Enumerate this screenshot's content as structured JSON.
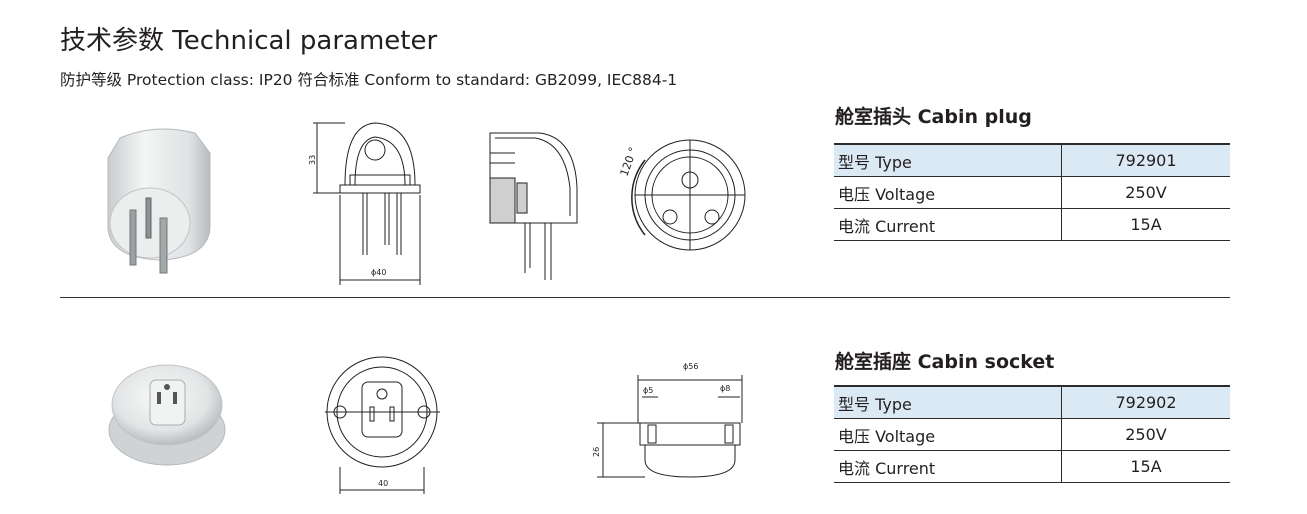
{
  "header": {
    "title": "技术参数 Technical parameter",
    "subtitle": "防护等级 Protection class: IP20  符合标准 Conform to standard: GB2099, IEC884-1"
  },
  "plug": {
    "section_title": "舱室插头 Cabin plug",
    "rows": [
      {
        "label": "型号 Type",
        "value": "792901"
      },
      {
        "label": "电压 Voltage",
        "value": "250V"
      },
      {
        "label": "电流 Current",
        "value": "15A"
      }
    ],
    "dims": {
      "height": "33",
      "diameter": "ϕ40",
      "angle": "120 °"
    }
  },
  "socket": {
    "section_title": "舱室插座 Cabin socket",
    "rows": [
      {
        "label": "型号 Type",
        "value": "792902"
      },
      {
        "label": "电压 Voltage",
        "value": "250V"
      },
      {
        "label": "电流 Current",
        "value": "15A"
      }
    ],
    "dims": {
      "front_width": "40",
      "overall_diameter": "ϕ56",
      "hole_small": "ϕ5",
      "hole_large": "ϕ8",
      "height": "26"
    }
  },
  "colors": {
    "table_shade": "#dbe9f5",
    "rule": "#2b2b2b"
  }
}
